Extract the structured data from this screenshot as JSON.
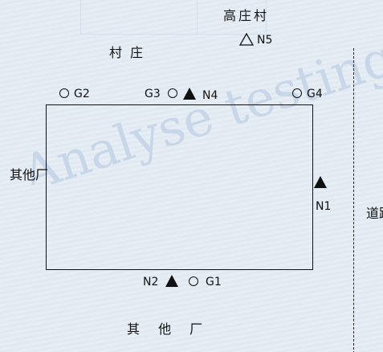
{
  "labels": {
    "village_top": "高庄村",
    "village": "村庄",
    "factory_left": "其他厂",
    "factory_bottom": "其 他 厂",
    "road": "道路",
    "g1": "G1",
    "g2": "G2",
    "g3": "G3",
    "g4": "G4",
    "n1": "N1",
    "n2": "N2",
    "n4": "N4",
    "n5": "N5"
  },
  "watermark": "Analyse testing"
}
